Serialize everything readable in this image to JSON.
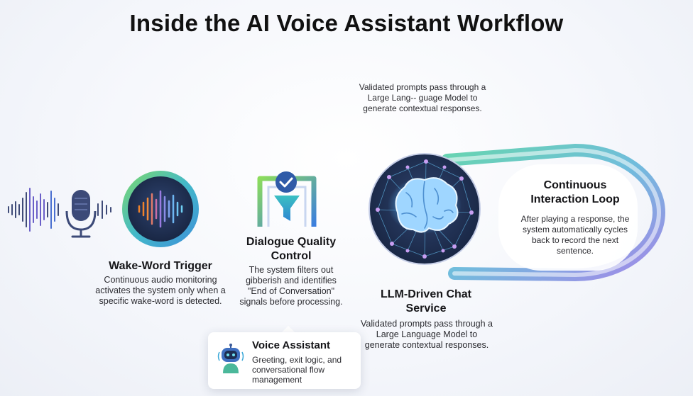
{
  "title": "Inside the AI Voice Assistant Workflow",
  "wake_word": {
    "title": "Wake-Word Trigger",
    "description": "Continuous audio monitoring activates the system only when a specific wake-word is detected.",
    "icons": [
      "sound-wave-icon",
      "microphone-icon",
      "audio-wave-circle-icon"
    ]
  },
  "dialogue_quality": {
    "title": "Dialogue Quality Control",
    "description": "The system filters out gibberish and identifies \"End of Conversation\" signals before processing.",
    "icons": [
      "filter-funnel-icon",
      "checkmark-icon"
    ]
  },
  "llm_service": {
    "title": "LLM-Driven Chat Service",
    "description": "Validated prompts pass through a Large Language Model to generate contextual responses.",
    "top_description": "Validated prompts pass through a Large Lang-- guage Model to generate contextual responses.",
    "icons": [
      "brain-network-icon"
    ]
  },
  "interaction_loop": {
    "title": "Continuous Interaction Loop",
    "description": "After playing a response, the system automatically cycles back to record the next sentence."
  },
  "voice_assistant": {
    "title": "Voice Assistant",
    "description": "Greeting, exit logic, and conversational flow management",
    "icons": [
      "robot-icon"
    ]
  },
  "colors": {
    "teal": "#4fc3b8",
    "purple": "#8b6fe0",
    "dark_navy": "#1e2f4e",
    "orange": "#f0822a",
    "blue": "#3a78d8"
  }
}
